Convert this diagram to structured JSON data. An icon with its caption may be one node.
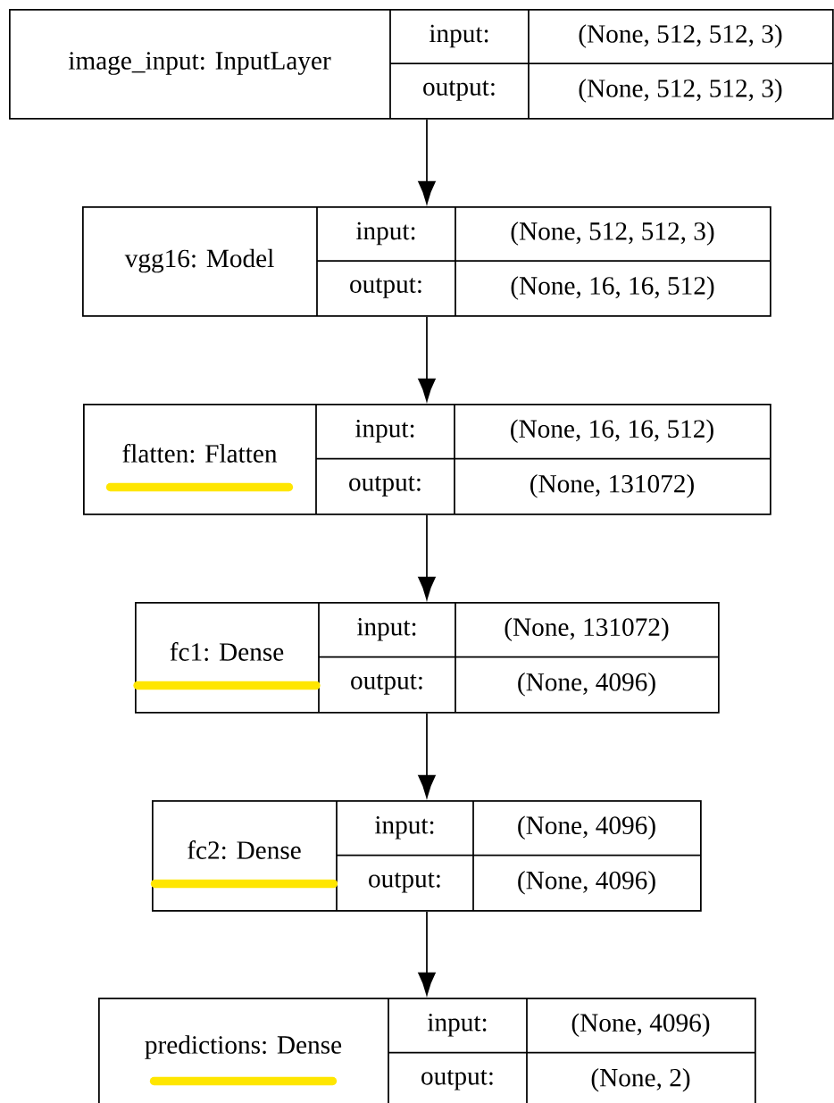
{
  "diagram": {
    "nodes": [
      {
        "text": [
          "image_input: InputLayer",
          "input:",
          "(None, 512, 512, 3)",
          "output:",
          "(None, 512, 512, 3)"
        ]
      },
      {
        "text": [
          "vgg16: Model",
          "input:",
          "(None, 512, 512, 3)",
          "output:",
          "(None, 16, 16, 512)"
        ]
      },
      {
        "text": [
          "flatten: Flatten",
          "input:",
          "(None, 16, 16, 512)",
          "output:",
          "(None, 131072)"
        ]
      },
      {
        "text": [
          "fc1: Dense",
          "input:",
          "(None, 131072)",
          "output:",
          "(None, 4096)"
        ]
      },
      {
        "text": [
          "fc2: Dense",
          "input:",
          "(None, 4096)",
          "output:",
          "(None, 4096)"
        ]
      },
      {
        "text": [
          "predictions: Dense",
          "input:",
          "(None, 4096)",
          "output:",
          "(None, 2)"
        ]
      }
    ],
    "edges": [
      {
        "from": 0,
        "to": 1,
        "arrow": "to"
      },
      {
        "from": 1,
        "to": 2,
        "arrow": "to"
      },
      {
        "from": 2,
        "to": 3,
        "arrow": "to"
      },
      {
        "from": 3,
        "to": 4,
        "arrow": "to"
      },
      {
        "from": 4,
        "to": 5,
        "arrow": "to"
      }
    ]
  }
}
